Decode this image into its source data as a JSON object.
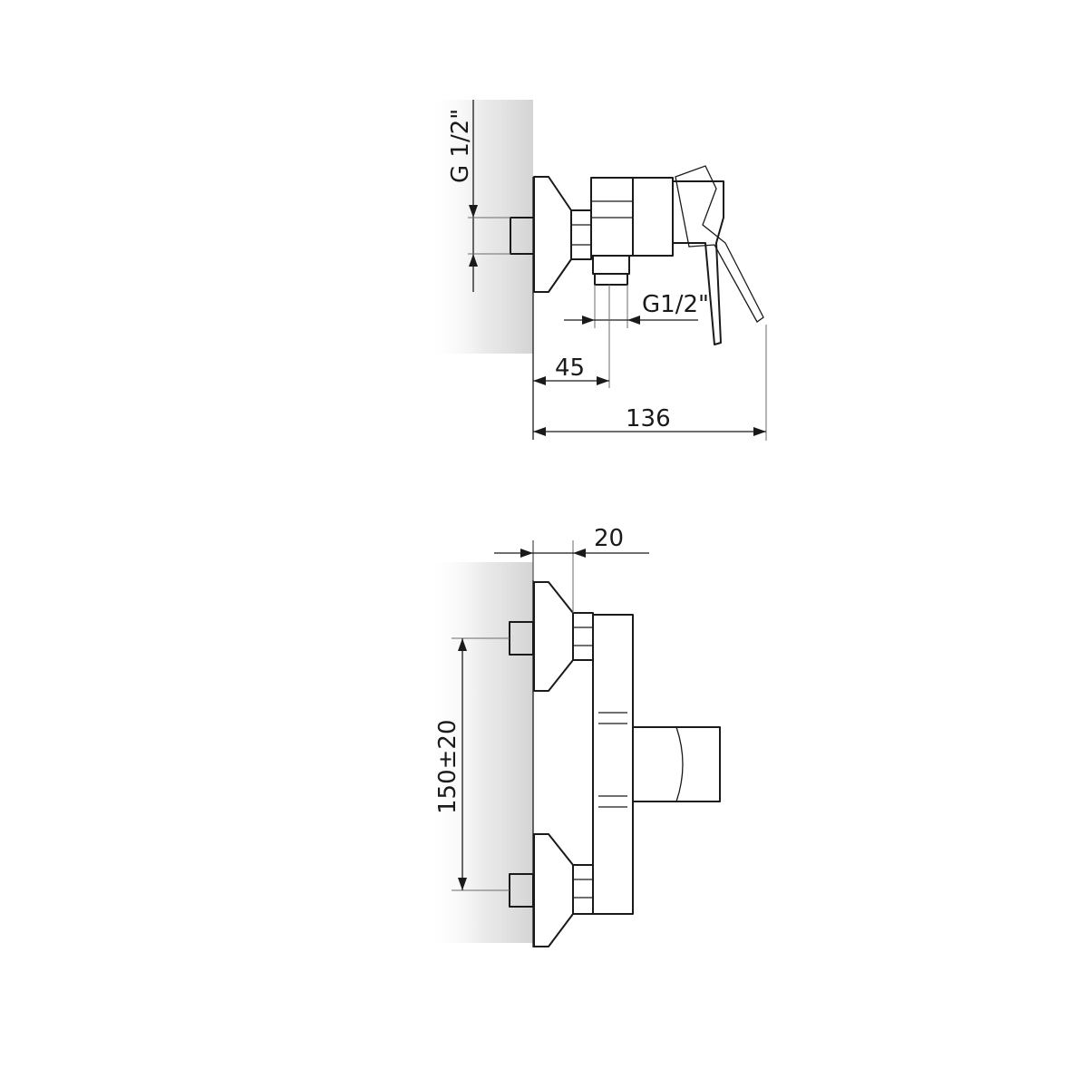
{
  "dimensions": {
    "inlet_thread_side": "G 1/2\"",
    "outlet_thread": "G1/2\"",
    "outlet_offset": "45",
    "total_depth": "136",
    "flange_offset": "20",
    "inlet_spacing": "150±20"
  },
  "colors": {
    "line": "#1a1a1a",
    "wall_shadow": "#d9d9d9",
    "background": "#ffffff"
  }
}
